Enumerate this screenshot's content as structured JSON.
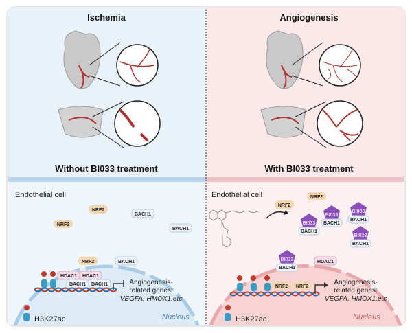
{
  "top": {
    "left_title": "Ischemia",
    "right_title": "Angiogenesis",
    "left_caption": "Without BI033 treatment",
    "right_caption": "With BI033 treatment"
  },
  "bottom": {
    "cell_label": "Endothelial cell",
    "nucleus_label": "Nucleus",
    "histone_label": "H3K27ac",
    "nrf2": "NRF2",
    "bach1": "BACH1",
    "hdac1": "HDAC1",
    "drug": "BI033",
    "genes_line1": "Angiogenesis-",
    "genes_line2": "related genes:",
    "genes_line3": "VEGFA, HMOX1.etc"
  },
  "colors": {
    "left_bg": "#e8f2f8",
    "right_bg": "#fbe9ea",
    "nrf2": "#f2d6b0",
    "bach1": "#eef3fb",
    "hdac1": "#f6dbe8",
    "drug": "#8a4fb8",
    "vessel": "#b0322e"
  }
}
